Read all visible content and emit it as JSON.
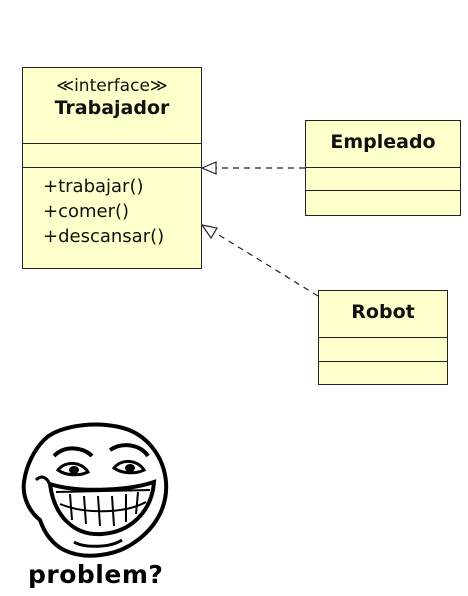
{
  "interface": {
    "stereotype": "≪interface≫",
    "name": "Trabajador",
    "operations": [
      "+trabajar()",
      "+comer()",
      "+descansar()"
    ]
  },
  "classes": [
    {
      "name": "Empleado"
    },
    {
      "name": "Robot"
    }
  ],
  "meme": {
    "image": "trollface",
    "caption": "problem?"
  }
}
